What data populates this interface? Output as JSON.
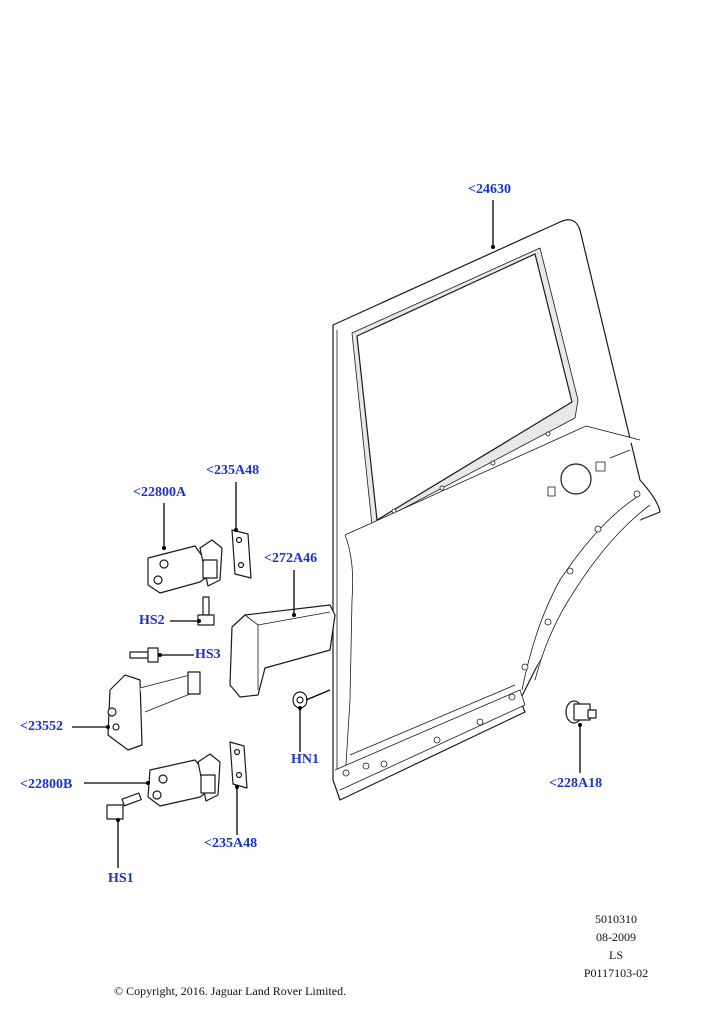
{
  "callouts": {
    "door_shell": "<24630",
    "hinge_upper": "<22800A",
    "shim_upper": "<235A48",
    "check_cover": "<272A46",
    "bolt_hs2": "HS2",
    "bolt_hs3": "HS3",
    "check_strap": "<23552",
    "hinge_lower": "<22800B",
    "shim_lower": "<235A48",
    "bolt_hs1": "HS1",
    "nut_hn1": "HN1",
    "bump_stop": "<228A18"
  },
  "meta": {
    "code": "5010310",
    "date": "08-2009",
    "region": "LS",
    "illustration": "P0117103-02"
  },
  "copyright": "© Copyright, 2016. Jaguar Land Rover Limited."
}
